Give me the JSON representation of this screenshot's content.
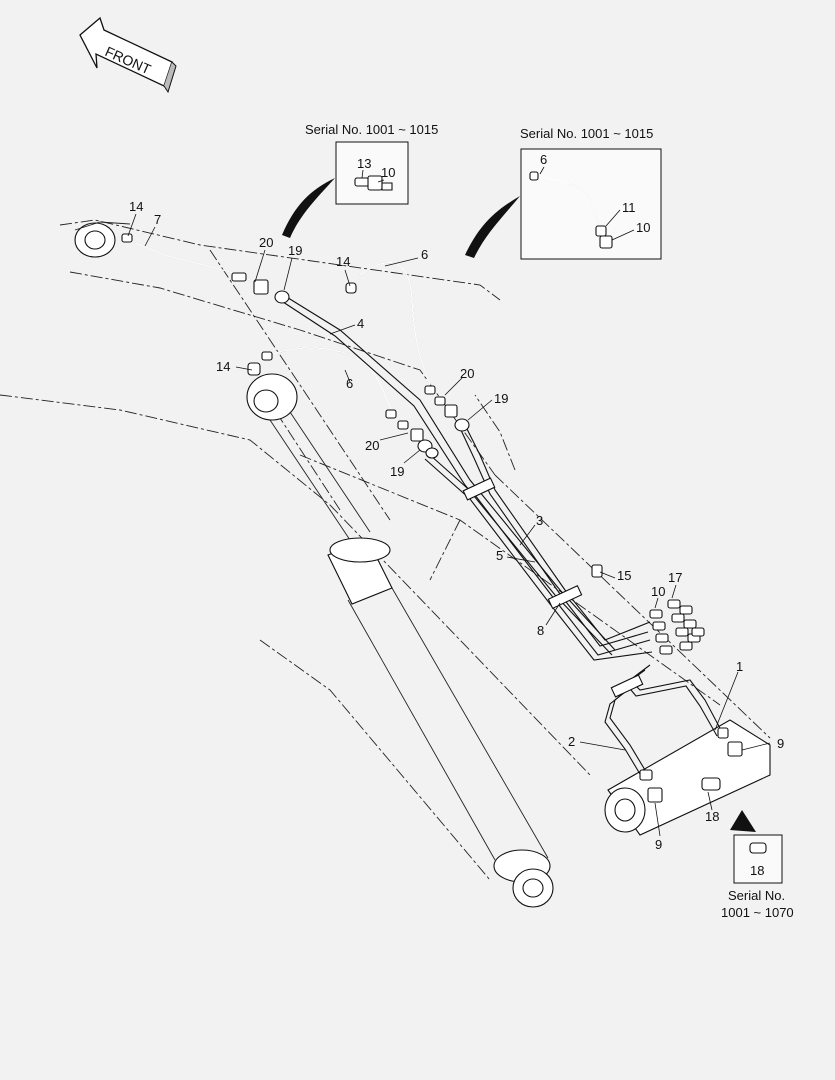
{
  "front_arrow": {
    "label": "FRONT"
  },
  "insets": {
    "left": {
      "caption": "Serial No. 1001 ~ 1015",
      "labels": [
        "13",
        "10"
      ]
    },
    "right": {
      "caption": "Serial No. 1001 ~ 1015",
      "labels": [
        "6",
        "11",
        "10"
      ]
    },
    "bottom": {
      "caption_line1": "Serial No.",
      "caption_line2": "1001 ~ 1070",
      "labels": [
        "18"
      ]
    }
  },
  "callouts": [
    {
      "id": "c14a",
      "text": "14"
    },
    {
      "id": "c7",
      "text": "7"
    },
    {
      "id": "c20a",
      "text": "20"
    },
    {
      "id": "c19a",
      "text": "19"
    },
    {
      "id": "c14b",
      "text": "14"
    },
    {
      "id": "c6a",
      "text": "6"
    },
    {
      "id": "c4",
      "text": "4"
    },
    {
      "id": "c14c",
      "text": "14"
    },
    {
      "id": "c6b",
      "text": "6"
    },
    {
      "id": "c20b",
      "text": "20"
    },
    {
      "id": "c19b",
      "text": "19"
    },
    {
      "id": "c20c",
      "text": "20"
    },
    {
      "id": "c19c",
      "text": "19"
    },
    {
      "id": "c3",
      "text": "3"
    },
    {
      "id": "c5",
      "text": "5"
    },
    {
      "id": "c15",
      "text": "15"
    },
    {
      "id": "c17",
      "text": "17"
    },
    {
      "id": "c10",
      "text": "10"
    },
    {
      "id": "c8",
      "text": "8"
    },
    {
      "id": "c1",
      "text": "1"
    },
    {
      "id": "c2",
      "text": "2"
    },
    {
      "id": "c9a",
      "text": "9"
    },
    {
      "id": "c18",
      "text": "18"
    },
    {
      "id": "c9b",
      "text": "9"
    }
  ]
}
